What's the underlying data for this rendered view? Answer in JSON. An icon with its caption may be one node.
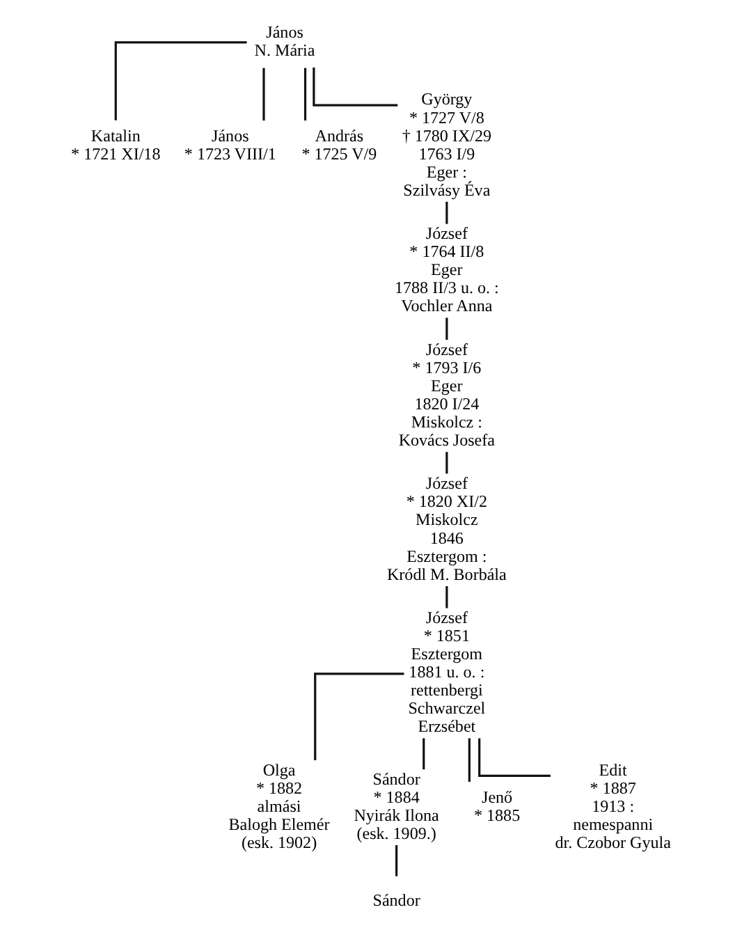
{
  "diagram": {
    "nodes": [
      {
        "text": [
          "János",
          "N. Mária"
        ]
      },
      {
        "text": [
          "Katalin",
          "* 1721 XI/18"
        ]
      },
      {
        "text": [
          "János",
          "* 1723 VIII/1"
        ]
      },
      {
        "text": [
          "András",
          "* 1725 V/9"
        ]
      },
      {
        "text": [
          "György",
          "* 1727 V/8",
          "† 1780 IX/29",
          "1763 I/9",
          "Eger :",
          "Szilvásy Éva"
        ]
      },
      {
        "text": [
          "József",
          "* 1764 II/8",
          "Eger",
          "1788 II/3 u. o. :",
          "Vochler Anna"
        ]
      },
      {
        "text": [
          "József",
          "* 1793 I/6",
          "Eger",
          "1820 I/24",
          "Miskolcz :",
          "Kovács Josefa"
        ]
      },
      {
        "text": [
          "József",
          "* 1820 XI/2",
          "Miskolcz",
          "1846",
          "Esztergom :",
          "Kródl M. Borbála"
        ]
      },
      {
        "text": [
          "József",
          "* 1851",
          "Esztergom",
          "1881 u. o. :",
          "rettenbergi",
          "Schwarczel",
          "Erzsébet"
        ]
      },
      {
        "text": [
          "Olga",
          "* 1882",
          "almási",
          "Balogh Elemér",
          "(esk. 1902)"
        ]
      },
      {
        "text": [
          "Sándor",
          "* 1884",
          "Nyirák Ilona",
          "(esk. 1909.)"
        ]
      },
      {
        "text": [
          "Sándor"
        ]
      },
      {
        "text": [
          "Jenő",
          "* 1885"
        ]
      },
      {
        "text": [
          "Edit",
          "* 1887",
          "1913 :",
          "nemespanni",
          "dr. Czobor Gyula"
        ]
      }
    ],
    "edges": [
      {
        "from": 0,
        "to": 1,
        "arrow": "none"
      },
      {
        "from": 0,
        "to": 2,
        "arrow": "none"
      },
      {
        "from": 0,
        "to": 3,
        "arrow": "none"
      },
      {
        "from": 0,
        "to": 4,
        "arrow": "none"
      },
      {
        "from": 4,
        "to": 5,
        "arrow": "none"
      },
      {
        "from": 5,
        "to": 6,
        "arrow": "none"
      },
      {
        "from": 6,
        "to": 7,
        "arrow": "none"
      },
      {
        "from": 7,
        "to": 8,
        "arrow": "none"
      },
      {
        "from": 8,
        "to": 9,
        "arrow": "none"
      },
      {
        "from": 8,
        "to": 10,
        "arrow": "none"
      },
      {
        "from": 8,
        "to": 12,
        "arrow": "none"
      },
      {
        "from": 8,
        "to": 13,
        "arrow": "none"
      },
      {
        "from": 10,
        "to": 11,
        "arrow": "none"
      }
    ]
  }
}
